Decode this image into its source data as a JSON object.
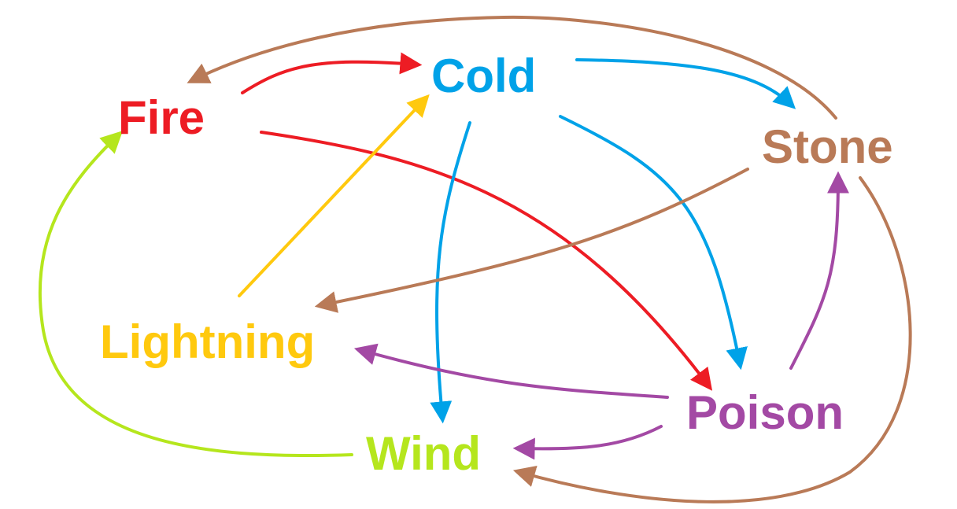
{
  "nodes": [
    {
      "id": "fire",
      "label": "Fire",
      "color": "#ed1c24"
    },
    {
      "id": "cold",
      "label": "Cold",
      "color": "#00a2e8"
    },
    {
      "id": "stone",
      "label": "Stone",
      "color": "#b97a57"
    },
    {
      "id": "lightning",
      "label": "Lightning",
      "color": "#ffc90e"
    },
    {
      "id": "poison",
      "label": "Poison",
      "color": "#a349a4"
    },
    {
      "id": "wind",
      "label": "Wind",
      "color": "#b5e61d"
    }
  ],
  "edges": [
    {
      "from": "fire",
      "to": "cold"
    },
    {
      "from": "fire",
      "to": "poison"
    },
    {
      "from": "cold",
      "to": "stone"
    },
    {
      "from": "cold",
      "to": "poison"
    },
    {
      "from": "cold",
      "to": "wind"
    },
    {
      "from": "stone",
      "to": "fire"
    },
    {
      "from": "stone",
      "to": "lightning"
    },
    {
      "from": "stone",
      "to": "wind"
    },
    {
      "from": "lightning",
      "to": "cold"
    },
    {
      "from": "poison",
      "to": "stone"
    },
    {
      "from": "poison",
      "to": "lightning"
    },
    {
      "from": "poison",
      "to": "wind"
    },
    {
      "from": "wind",
      "to": "fire"
    }
  ]
}
